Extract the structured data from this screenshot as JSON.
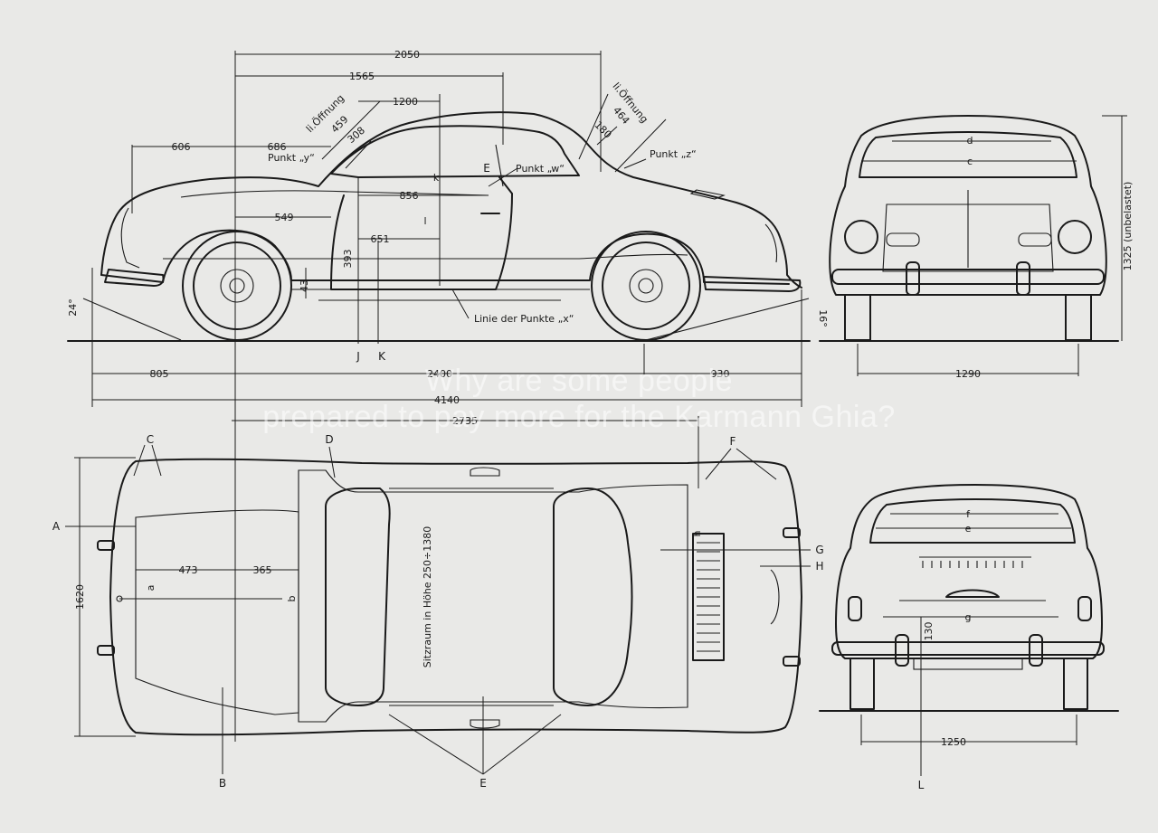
{
  "overlay": {
    "line1": "Why are some people",
    "line2": "prepared to pay more for the Karmann Ghia?"
  },
  "side_view": {
    "dims": {
      "d2050": "2050",
      "d1565": "1565",
      "d1200": "1200",
      "d606": "606",
      "d686": "686",
      "d856": "856",
      "d549": "549",
      "d651": "651",
      "d393": "393",
      "d43": "43",
      "d805": "805",
      "d2400": "2400",
      "d930": "930",
      "d4140": "4140",
      "d308": "308",
      "d180": "180",
      "d459": "459",
      "d464": "464"
    },
    "labels": {
      "oeffnung_l": "li.Öffnung",
      "oeffnung_r": "li.Öffnung",
      "punkt_y": "Punkt „y“",
      "punkt_w": "Punkt „w“",
      "punkt_z": "Punkt „z“",
      "linie": "Linie der Punkte „x“",
      "angle_front": "24°",
      "angle_rear": "16°",
      "letter_j": "J",
      "letter_k": "K",
      "letter_E": "E",
      "letter_k_small": "k",
      "letter_l": "l"
    }
  },
  "front_view": {
    "dims": {
      "d1290": "1290",
      "d1325": "1325 (unbelastet)"
    },
    "labels": {
      "d": "d",
      "c": "c"
    }
  },
  "top_view": {
    "dims": {
      "d2735": "2735",
      "d1620": "1620",
      "d473": "473",
      "d365": "365"
    },
    "labels": {
      "A": "A",
      "B": "B",
      "C": "C",
      "D": "D",
      "E": "E",
      "F": "F",
      "G": "G",
      "H": "H",
      "a": "a",
      "b": "b",
      "h": "h",
      "sitz": "Sitzraum in Höhe 250÷1380"
    }
  },
  "rear_view": {
    "dims": {
      "d1250": "1250",
      "d130": "130"
    },
    "labels": {
      "f": "f",
      "e": "e",
      "g": "g",
      "L": "L"
    }
  }
}
